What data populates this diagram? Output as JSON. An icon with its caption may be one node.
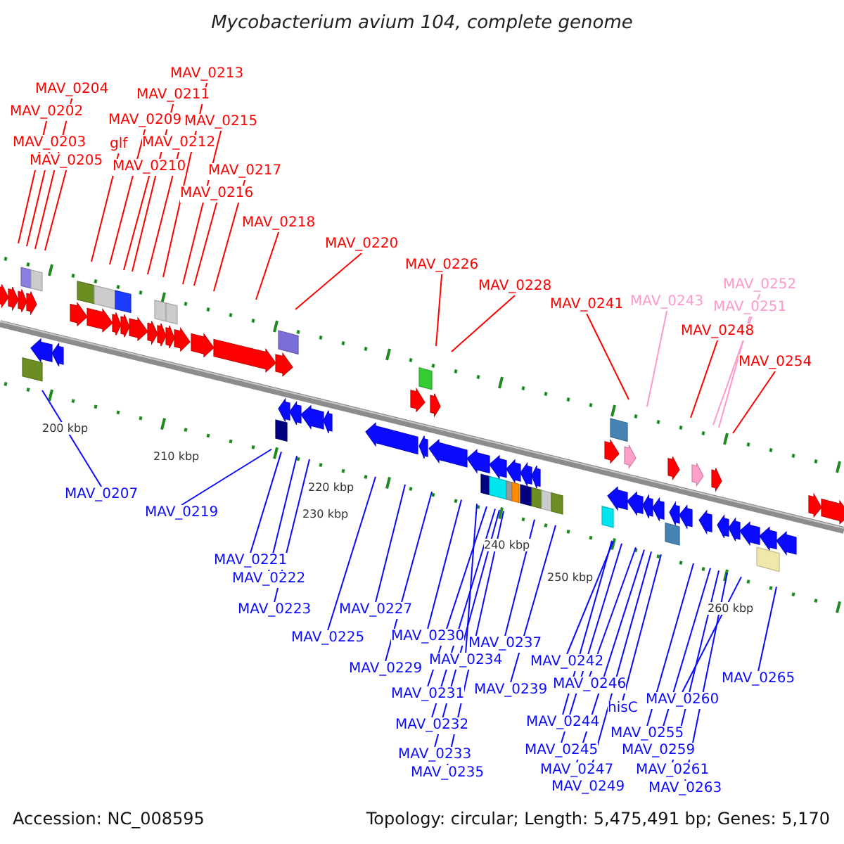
{
  "diagram": {
    "title": "Mycobacterium avium 104, complete genome",
    "nodes": [
      {
        "text": [
          "MAV_0202"
        ]
      },
      {
        "text": [
          "MAV_0203"
        ]
      },
      {
        "text": [
          "MAV_0204"
        ]
      },
      {
        "text": [
          "MAV_0205"
        ]
      },
      {
        "text": [
          "MAV_0207"
        ]
      },
      {
        "text": [
          "glf"
        ]
      },
      {
        "text": [
          "MAV_0209"
        ]
      },
      {
        "text": [
          "MAV_0210"
        ]
      },
      {
        "text": [
          "MAV_0211"
        ]
      },
      {
        "text": [
          "MAV_0212"
        ]
      },
      {
        "text": [
          "MAV_0213"
        ]
      },
      {
        "text": [
          "MAV_0215"
        ]
      },
      {
        "text": [
          "MAV_0216"
        ]
      },
      {
        "text": [
          "MAV_0217"
        ]
      },
      {
        "text": [
          "MAV_0218"
        ]
      },
      {
        "text": [
          "MAV_0219"
        ]
      },
      {
        "text": [
          "MAV_0220"
        ]
      },
      {
        "text": [
          "MAV_0221"
        ]
      },
      {
        "text": [
          "MAV_0222"
        ]
      },
      {
        "text": [
          "MAV_0223"
        ]
      },
      {
        "text": [
          "MAV_0225"
        ]
      },
      {
        "text": [
          "MAV_0226"
        ]
      },
      {
        "text": [
          "MAV_0227"
        ]
      },
      {
        "text": [
          "MAV_0228"
        ]
      },
      {
        "text": [
          "MAV_0229"
        ]
      },
      {
        "text": [
          "MAV_0230"
        ]
      },
      {
        "text": [
          "MAV_0231"
        ]
      },
      {
        "text": [
          "MAV_0232"
        ]
      },
      {
        "text": [
          "MAV_0233"
        ]
      },
      {
        "text": [
          "MAV_0234"
        ]
      },
      {
        "text": [
          "MAV_0235"
        ]
      },
      {
        "text": [
          "MAV_0237"
        ]
      },
      {
        "text": [
          "MAV_0239"
        ]
      },
      {
        "text": [
          "MAV_0241"
        ]
      },
      {
        "text": [
          "MAV_0242"
        ]
      },
      {
        "text": [
          "MAV_0243"
        ]
      },
      {
        "text": [
          "MAV_0244"
        ]
      },
      {
        "text": [
          "MAV_0245"
        ]
      },
      {
        "text": [
          "MAV_0246"
        ]
      },
      {
        "text": [
          "MAV_0247"
        ]
      },
      {
        "text": [
          "MAV_0248"
        ]
      },
      {
        "text": [
          "MAV_0249"
        ]
      },
      {
        "text": [
          "hisC"
        ]
      },
      {
        "text": [
          "MAV_0251"
        ]
      },
      {
        "text": [
          "MAV_0252"
        ]
      },
      {
        "text": [
          "MAV_0254"
        ]
      },
      {
        "text": [
          "MAV_0255"
        ]
      },
      {
        "text": [
          "MAV_0259"
        ]
      },
      {
        "text": [
          "MAV_0260"
        ]
      },
      {
        "text": [
          "MAV_0261"
        ]
      },
      {
        "text": [
          "MAV_0263"
        ]
      },
      {
        "text": [
          "MAV_0265"
        ]
      }
    ],
    "edges": [
      {
        "from": 0,
        "to": null,
        "arrow": "none",
        "color": "#ff0000"
      },
      {
        "from": 1,
        "to": null,
        "arrow": "none",
        "color": "#ff0000"
      },
      {
        "from": 2,
        "to": null,
        "arrow": "none",
        "color": "#ff0000"
      },
      {
        "from": 3,
        "to": null,
        "arrow": "none",
        "color": "#ff0000"
      },
      {
        "from": 4,
        "to": null,
        "arrow": "none"
      },
      {
        "from": 5,
        "to": null,
        "arrow": "none",
        "color": "#ff0000"
      },
      {
        "from": 6,
        "to": null,
        "arrow": "none",
        "color": "#ff0000"
      },
      {
        "from": 7,
        "to": null,
        "arrow": "none",
        "color": "#ff0000"
      },
      {
        "from": 8,
        "to": null,
        "arrow": "none",
        "color": "#ff0000"
      },
      {
        "from": 9,
        "to": null,
        "arrow": "none",
        "color": "#ff0000"
      },
      {
        "from": 10,
        "to": null,
        "arrow": "none",
        "color": "#ff0000"
      },
      {
        "from": 11,
        "to": null,
        "arrow": "none",
        "color": "#ff0000"
      },
      {
        "from": 12,
        "to": null,
        "arrow": "none",
        "color": "#ff0000"
      },
      {
        "from": 13,
        "to": null,
        "arrow": "none",
        "color": "#ff0000"
      },
      {
        "from": 14,
        "to": null,
        "arrow": "none",
        "color": "#ff0000"
      },
      {
        "from": 15,
        "to": null,
        "arrow": "none"
      },
      {
        "from": 16,
        "to": null,
        "arrow": "none",
        "color": "#ff0000"
      },
      {
        "from": 17,
        "to": null,
        "arrow": "none"
      },
      {
        "from": 18,
        "to": null,
        "arrow": "none"
      },
      {
        "from": 19,
        "to": null,
        "arrow": "none"
      },
      {
        "from": 20,
        "to": null,
        "arrow": "none"
      },
      {
        "from": 21,
        "to": null,
        "arrow": "none",
        "color": "#ff0000"
      },
      {
        "from": 22,
        "to": null,
        "arrow": "none"
      },
      {
        "from": 23,
        "to": null,
        "arrow": "none",
        "color": "#ff0000"
      },
      {
        "from": 24,
        "to": null,
        "arrow": "none"
      },
      {
        "from": 25,
        "to": null,
        "arrow": "none"
      },
      {
        "from": 26,
        "to": null,
        "arrow": "none"
      },
      {
        "from": 27,
        "to": null,
        "arrow": "none"
      },
      {
        "from": 28,
        "to": null,
        "arrow": "none"
      },
      {
        "from": 29,
        "to": null,
        "arrow": "none"
      },
      {
        "from": 30,
        "to": null,
        "arrow": "none"
      },
      {
        "from": 31,
        "to": null,
        "arrow": "none"
      },
      {
        "from": 32,
        "to": null,
        "arrow": "none"
      },
      {
        "from": 33,
        "to": null,
        "arrow": "none",
        "color": "#ff0000"
      },
      {
        "from": 34,
        "to": null,
        "arrow": "none"
      },
      {
        "from": 35,
        "to": null,
        "arrow": "none",
        "color": "#ff99cc"
      },
      {
        "from": 36,
        "to": null,
        "arrow": "none"
      },
      {
        "from": 37,
        "to": null,
        "arrow": "none"
      },
      {
        "from": 38,
        "to": null,
        "arrow": "none"
      },
      {
        "from": 39,
        "to": null,
        "arrow": "none"
      },
      {
        "from": 40,
        "to": null,
        "arrow": "none",
        "color": "#ff0000"
      },
      {
        "from": 41,
        "to": null,
        "arrow": "none"
      },
      {
        "from": 42,
        "to": null,
        "arrow": "none"
      },
      {
        "from": 43,
        "to": null,
        "arrow": "none",
        "color": "#ff99cc"
      },
      {
        "from": 44,
        "to": null,
        "arrow": "none",
        "color": "#ff99cc"
      },
      {
        "from": 45,
        "to": null,
        "arrow": "none",
        "color": "#ff0000"
      },
      {
        "from": 46,
        "to": null,
        "arrow": "none"
      },
      {
        "from": 47,
        "to": null,
        "arrow": "none"
      },
      {
        "from": 48,
        "to": null,
        "arrow": "none"
      },
      {
        "from": 49,
        "to": null,
        "arrow": "none"
      },
      {
        "from": 50,
        "to": null,
        "arrow": "none"
      },
      {
        "from": 51,
        "to": null,
        "arrow": "none"
      }
    ],
    "labels": [
      "200 kbp",
      "210 kbp",
      "220 kbp",
      "230 kbp",
      "240 kbp",
      "250 kbp",
      "260 kbp",
      "Accession: NC_008595",
      "Topology: circular; Length: 5,475,491 bp; Genes: 5,170"
    ]
  }
}
